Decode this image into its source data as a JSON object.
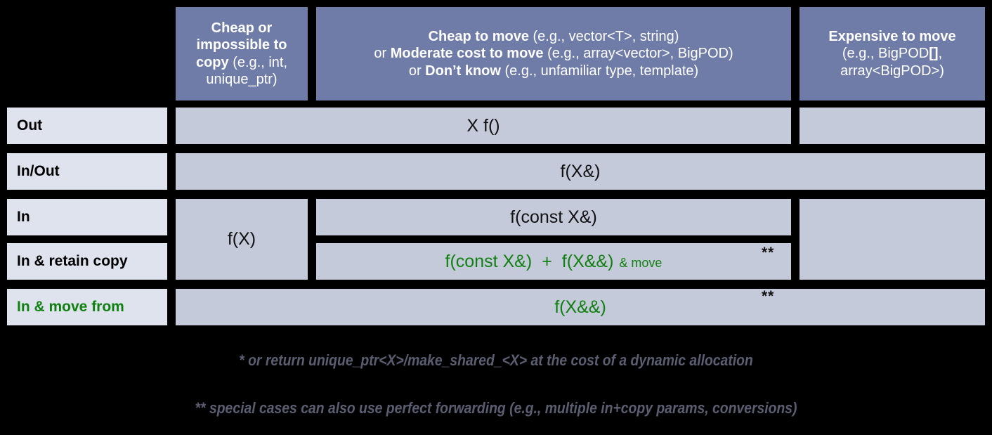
{
  "table": {
    "corner": {
      "label": ""
    },
    "columns": [
      {
        "key": "cheap-impossible-copy",
        "bold1": "Cheap or impossible to copy",
        "rest1": " (e.g., int, unique_ptr)"
      },
      {
        "key": "cheap-to-move",
        "line1_bold": "Cheap to move",
        "line1_rest": " (e.g., vector<T>, string)",
        "line2_prefix": "or ",
        "line2_bold": "Moderate cost to move",
        "line2_rest": " (e.g., array<vector>, BigPOD)",
        "line3_prefix": "or ",
        "line3_bold": "Don’t know",
        "line3_rest": " (e.g., unfamiliar type, template)"
      },
      {
        "key": "expensive-to-move",
        "line1_bold": "Expensive to move",
        "line2": "(e.g., BigPOD",
        "line2_bold": "[]",
        "line2_end": ",",
        "line3": "array<BigPOD>)"
      }
    ],
    "rows": [
      {
        "key": "out",
        "label": "Out",
        "green": false,
        "value": "X f()",
        "star": ""
      },
      {
        "key": "in-out",
        "label": "In/Out",
        "green": false,
        "value": "f(X&)",
        "star": ""
      },
      {
        "key": "in",
        "label": "In",
        "green": false,
        "value": "f(const X&)",
        "star": ""
      },
      {
        "key": "in-retain-copy",
        "label": "In & retain copy",
        "green": false,
        "value": "",
        "star": "**"
      },
      {
        "key": "in-move-from",
        "label": "In & move from",
        "green": true,
        "value": "f(X&&)",
        "star": "**"
      }
    ],
    "cheap_copy_cell": "f(X)",
    "retain_copy": {
      "part1": "f(const X&)",
      "plus": "+",
      "part2": "f(X&&)",
      "part3": "& move"
    }
  },
  "footnotes": [
    "* or return unique_ptr<X>/make_shared_<X> at the cost of a dynamic allocation",
    "** special cases can also use perfect forwarding (e.g., multiple in+copy params, conversions)"
  ],
  "colors": {
    "header_bg": "#707CA8",
    "body_cell_bg": "#C5CADA",
    "row_label_bg": "#DFE3ED",
    "green": "#108010",
    "footnote_text": "#5A5E70",
    "page_bg": "#000000"
  }
}
